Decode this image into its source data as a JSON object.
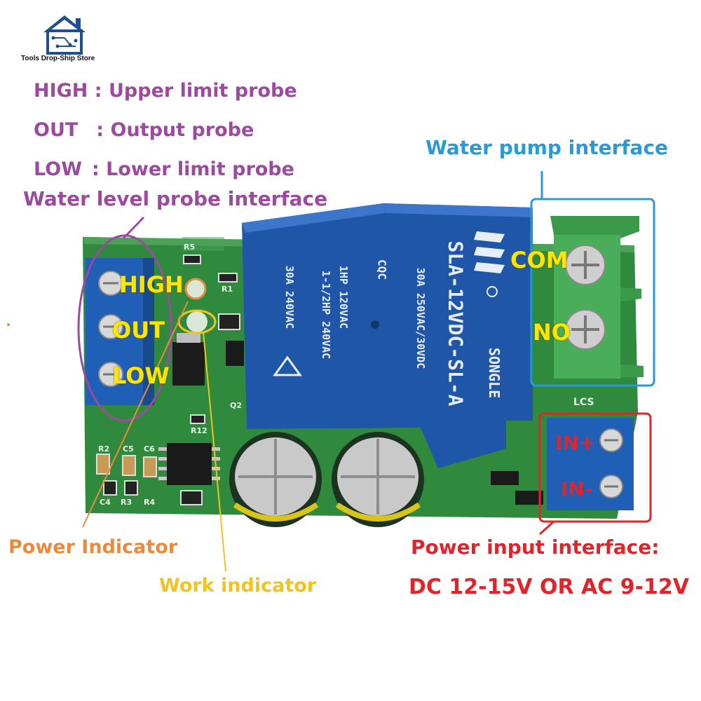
{
  "brand": {
    "store_name": "Tools Drop-Ship Store",
    "accent": "#1f4f8f"
  },
  "probe_legend": {
    "high": "HIGH : Upper limit probe",
    "out": "OUT   : Output probe",
    "low": "LOW  : Lower limit probe",
    "title": "Water level probe interface"
  },
  "water_pump_title": "Water pump interface",
  "terminals": {
    "high": "HIGH",
    "out": "OUT",
    "low": "LOW",
    "com": "COM",
    "no": "NO",
    "in_plus": "IN+",
    "in_minus": "IN-"
  },
  "power_indicator": "Power Indicator",
  "work_indicator": "Work indicator",
  "power_input": {
    "title": "Power input interface:",
    "spec": "DC 12-15V OR AC 9-12V"
  },
  "relay": {
    "brand": "SONGLE",
    "model": "SLA-12VDC-SL-A",
    "line1": "30A  250VAC/30VDC",
    "line2": "1HP 120VAC",
    "line3": "1-1/2HP 240VAC",
    "line4": "30A 240VAC",
    "cert": "CQC"
  },
  "pcb_labels": {
    "r1": "R1",
    "r2": "R2",
    "r3": "R3",
    "r4": "R4",
    "r5": "R5",
    "r12": "R12",
    "c4": "C4",
    "c5": "C5",
    "c6": "C6",
    "q2": "Q2",
    "lcs": "LCS"
  },
  "colors": {
    "pcb": "#2f8a3e",
    "relay": "#2056a8",
    "terminal_green": "#3a9a4a",
    "terminal_blue": "#1f5fb5",
    "purple": "#9b4aa0",
    "blue": "#2a9ad6",
    "orange": "#e98a3c",
    "yellow": "#f2c21f",
    "red": "#e0242a"
  }
}
